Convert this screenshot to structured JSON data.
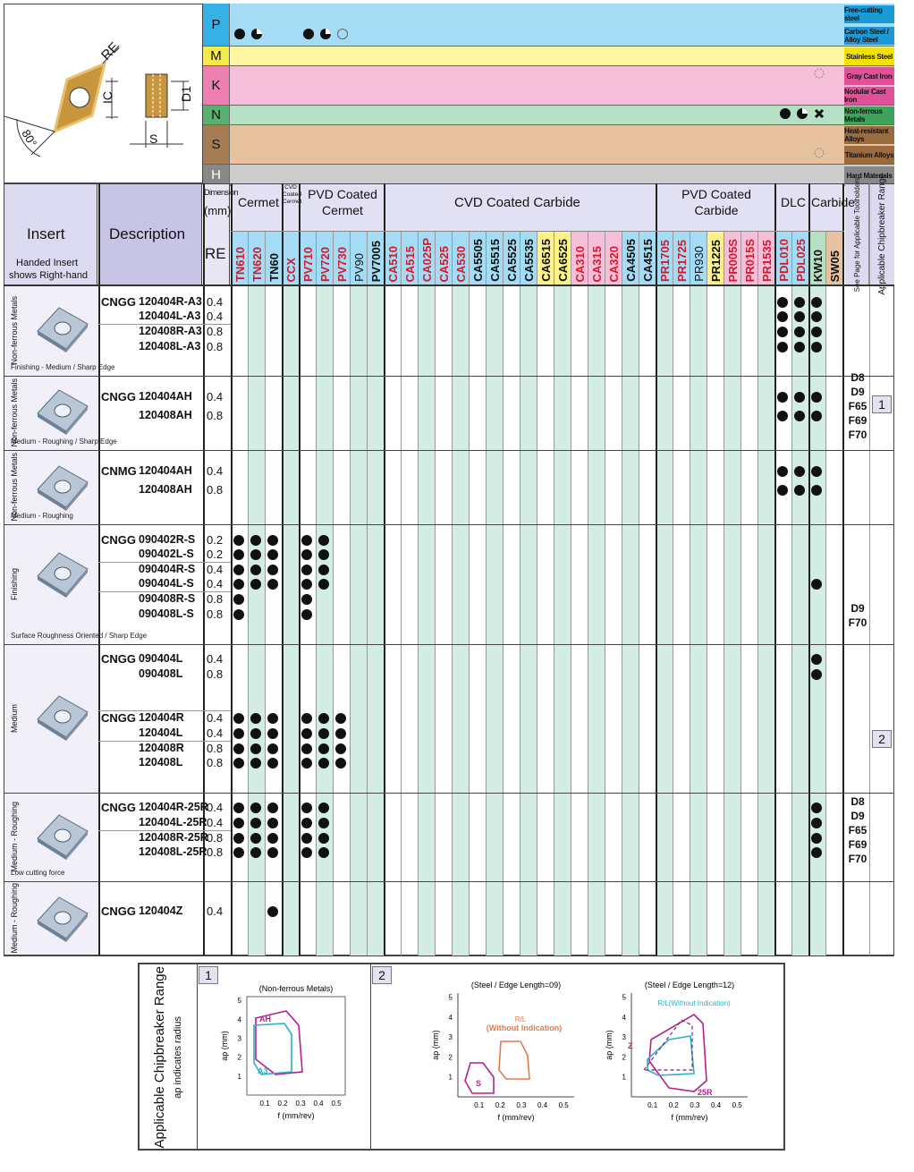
{
  "materials": [
    {
      "letter": "P",
      "color": "#a3dcf4",
      "labels": [
        "Free-cutting steel",
        "Carbon Steel / Alloy Steel"
      ],
      "label_colors": [
        "#1a9bd7",
        "#1a9bd7"
      ]
    },
    {
      "letter": "M",
      "color": "#fdf5a0",
      "labels": [
        "Stainless Steel"
      ],
      "label_colors": [
        "#f4e300"
      ]
    },
    {
      "letter": "K",
      "color": "#f6bfd9",
      "labels": [
        "Gray Cast Iron",
        "Nodular Cast Iron"
      ],
      "label_colors": [
        "#e2509a",
        "#e2509a"
      ]
    },
    {
      "letter": "N",
      "color": "#b5e0c4",
      "labels": [
        "Non-ferrous Metals"
      ],
      "label_colors": [
        "#3fa45b"
      ]
    },
    {
      "letter": "S",
      "color": "#e6c39e",
      "labels": [
        "Heat-resistant Alloys",
        "Titanium Alloys"
      ],
      "label_colors": [
        "#9a6b3c",
        "#9a6b3c"
      ]
    },
    {
      "letter": "H",
      "color": "#cccccc",
      "labels": [
        "Hard Materials"
      ],
      "label_colors": [
        "#888888"
      ]
    }
  ],
  "diagram": {
    "re": "RE",
    "ic": "IC",
    "d1": "D1",
    "s": "S",
    "angle": "80°"
  },
  "header": {
    "insert": "Insert",
    "handed": "Handed Insert",
    "handed2": "shows Right-hand",
    "description": "Description",
    "dimension": "Dimension",
    "mm": "(mm)",
    "re": "RE",
    "groups": {
      "cermet": "Cermet",
      "cvd_cermet": "CVD Coated Cermet",
      "pvd_cermet": "PVD Coated Cermet",
      "cvd_carbide": "CVD Coated Carbide",
      "pvd_carbide": "PVD Coated Carbide",
      "dlc": "DLC",
      "carbide": "Carbide"
    },
    "see_page": "See Page for Applicable Toolholders",
    "chip_range": "Applicable Chipbreaker Range"
  },
  "grades": [
    "TN610",
    "TN620",
    "TN60",
    "CCX",
    "PV710",
    "PV720",
    "PV730",
    "PV90",
    "PV7005",
    "CA510",
    "CA515",
    "CA025P",
    "CA525",
    "CA530",
    "CA5505",
    "CA5515",
    "CA5525",
    "CA5535",
    "CA6515",
    "CA6525",
    "CA310",
    "CA315",
    "CA320",
    "CA4505",
    "CA4515",
    "PR1705",
    "PR1725",
    "PR930",
    "PR1225",
    "PR005S",
    "PR015S",
    "PR1535",
    "PDL010",
    "PDL025",
    "KW10",
    "SW05"
  ],
  "grade_colors": [
    "red",
    "red",
    "black",
    "red",
    "red",
    "red",
    "red",
    "black",
    "black",
    "red",
    "red",
    "red",
    "red",
    "red",
    "black",
    "black",
    "black",
    "black",
    "black",
    "black",
    "red",
    "red",
    "red",
    "black",
    "black",
    "red",
    "red",
    "black",
    "black",
    "red",
    "red",
    "red",
    "red",
    "red",
    "black",
    "black"
  ],
  "inserts": [
    {
      "category": "Non-ferrous Metals",
      "caption": "Finishing - Medium / Sharp Edge",
      "rows": [
        [
          "CNGG",
          "120404R-A3",
          "0.4"
        ],
        [
          "",
          "120404L-A3",
          "0.4"
        ],
        [
          "",
          "120408R-A3",
          "0.8"
        ],
        [
          "",
          "120408L-A3",
          "0.8"
        ]
      ]
    },
    {
      "category": "Non-ferrous Metals",
      "caption": "Medium - Roughing / Sharp Edge",
      "rows": [
        [
          "CNGG",
          "120404AH",
          "0.4"
        ],
        [
          "",
          "120408AH",
          "0.8"
        ]
      ]
    },
    {
      "category": "Non-ferrous Metals",
      "caption": "Medium - Roughing",
      "rows": [
        [
          "CNMG",
          "120404AH",
          "0.4"
        ],
        [
          "",
          "120408AH",
          "0.8"
        ]
      ]
    },
    {
      "category": "Finishing",
      "caption": "Surface Roughness Oriented / Sharp Edge",
      "rows": [
        [
          "CNGG",
          "090402R-S",
          "0.2"
        ],
        [
          "",
          "090402L-S",
          "0.2"
        ],
        [
          "",
          "090404R-S",
          "0.4"
        ],
        [
          "",
          "090404L-S",
          "0.4"
        ],
        [
          "",
          "090408R-S",
          "0.8"
        ],
        [
          "",
          "090408L-S",
          "0.8"
        ]
      ]
    },
    {
      "category": "Medium",
      "caption": "",
      "rows": [
        [
          "CNGG",
          "090404L",
          "0.4"
        ],
        [
          "",
          "090408L",
          "0.8"
        ],
        [
          "CNGG",
          "120404R",
          "0.4"
        ],
        [
          "",
          "120404L",
          "0.4"
        ],
        [
          "",
          "120408R",
          "0.8"
        ],
        [
          "",
          "120408L",
          "0.8"
        ]
      ]
    },
    {
      "category": "Medium - Roughing",
      "caption": "Low cutting force",
      "rows": [
        [
          "CNGG",
          "120404R-25R",
          "0.4"
        ],
        [
          "",
          "120404L-25R",
          "0.4"
        ],
        [
          "",
          "120408R-25R",
          "0.8"
        ],
        [
          "",
          "120408L-25R",
          "0.8"
        ]
      ]
    },
    {
      "category": "Medium - Roughing",
      "caption": "",
      "rows": [
        [
          "CNGG",
          "120404Z",
          "0.4"
        ]
      ]
    }
  ],
  "toolholder_refs": [
    "D8 D9 F65 F69 F70",
    "D9 F70",
    "D8 D9 F65 F69 F70"
  ],
  "chip_boxes": [
    "1",
    "2"
  ],
  "bottom": {
    "title": "Applicable Chipbreaker Range",
    "subtitle": "ap indicates radius",
    "c1": {
      "box": "1",
      "title": "(Non-ferrous Metals)",
      "ylabel": "ap (mm)",
      "xlabel": "f (mm/rev)",
      "labels": [
        "AH",
        "A3"
      ],
      "xticks": [
        "0.1",
        "0.2",
        "0.3",
        "0.4",
        "0.5"
      ],
      "yticks": [
        "1",
        "2",
        "3",
        "4",
        "5"
      ]
    },
    "c2": {
      "box": "2",
      "title": "(Steel / Edge Length=09)",
      "ylabel": "ap (mm)",
      "xlabel": "f (mm/rev)",
      "labels": [
        "S",
        "R/L",
        "(Without Indication)"
      ],
      "xticks": [
        "0.1",
        "0.2",
        "0.3",
        "0.4",
        "0.5"
      ],
      "yticks": [
        "1",
        "2",
        "3",
        "4",
        "5"
      ]
    },
    "c3": {
      "title": "(Steel / Edge Length=12)",
      "ylabel": "ap (mm)",
      "xlabel": "f (mm/rev)",
      "labels": [
        "R/L(Without Indication)",
        "Z",
        "25R"
      ],
      "xticks": [
        "0.1",
        "0.2",
        "0.3",
        "0.4",
        "0.5"
      ],
      "yticks": [
        "1",
        "2",
        "3",
        "4",
        "5"
      ]
    }
  }
}
